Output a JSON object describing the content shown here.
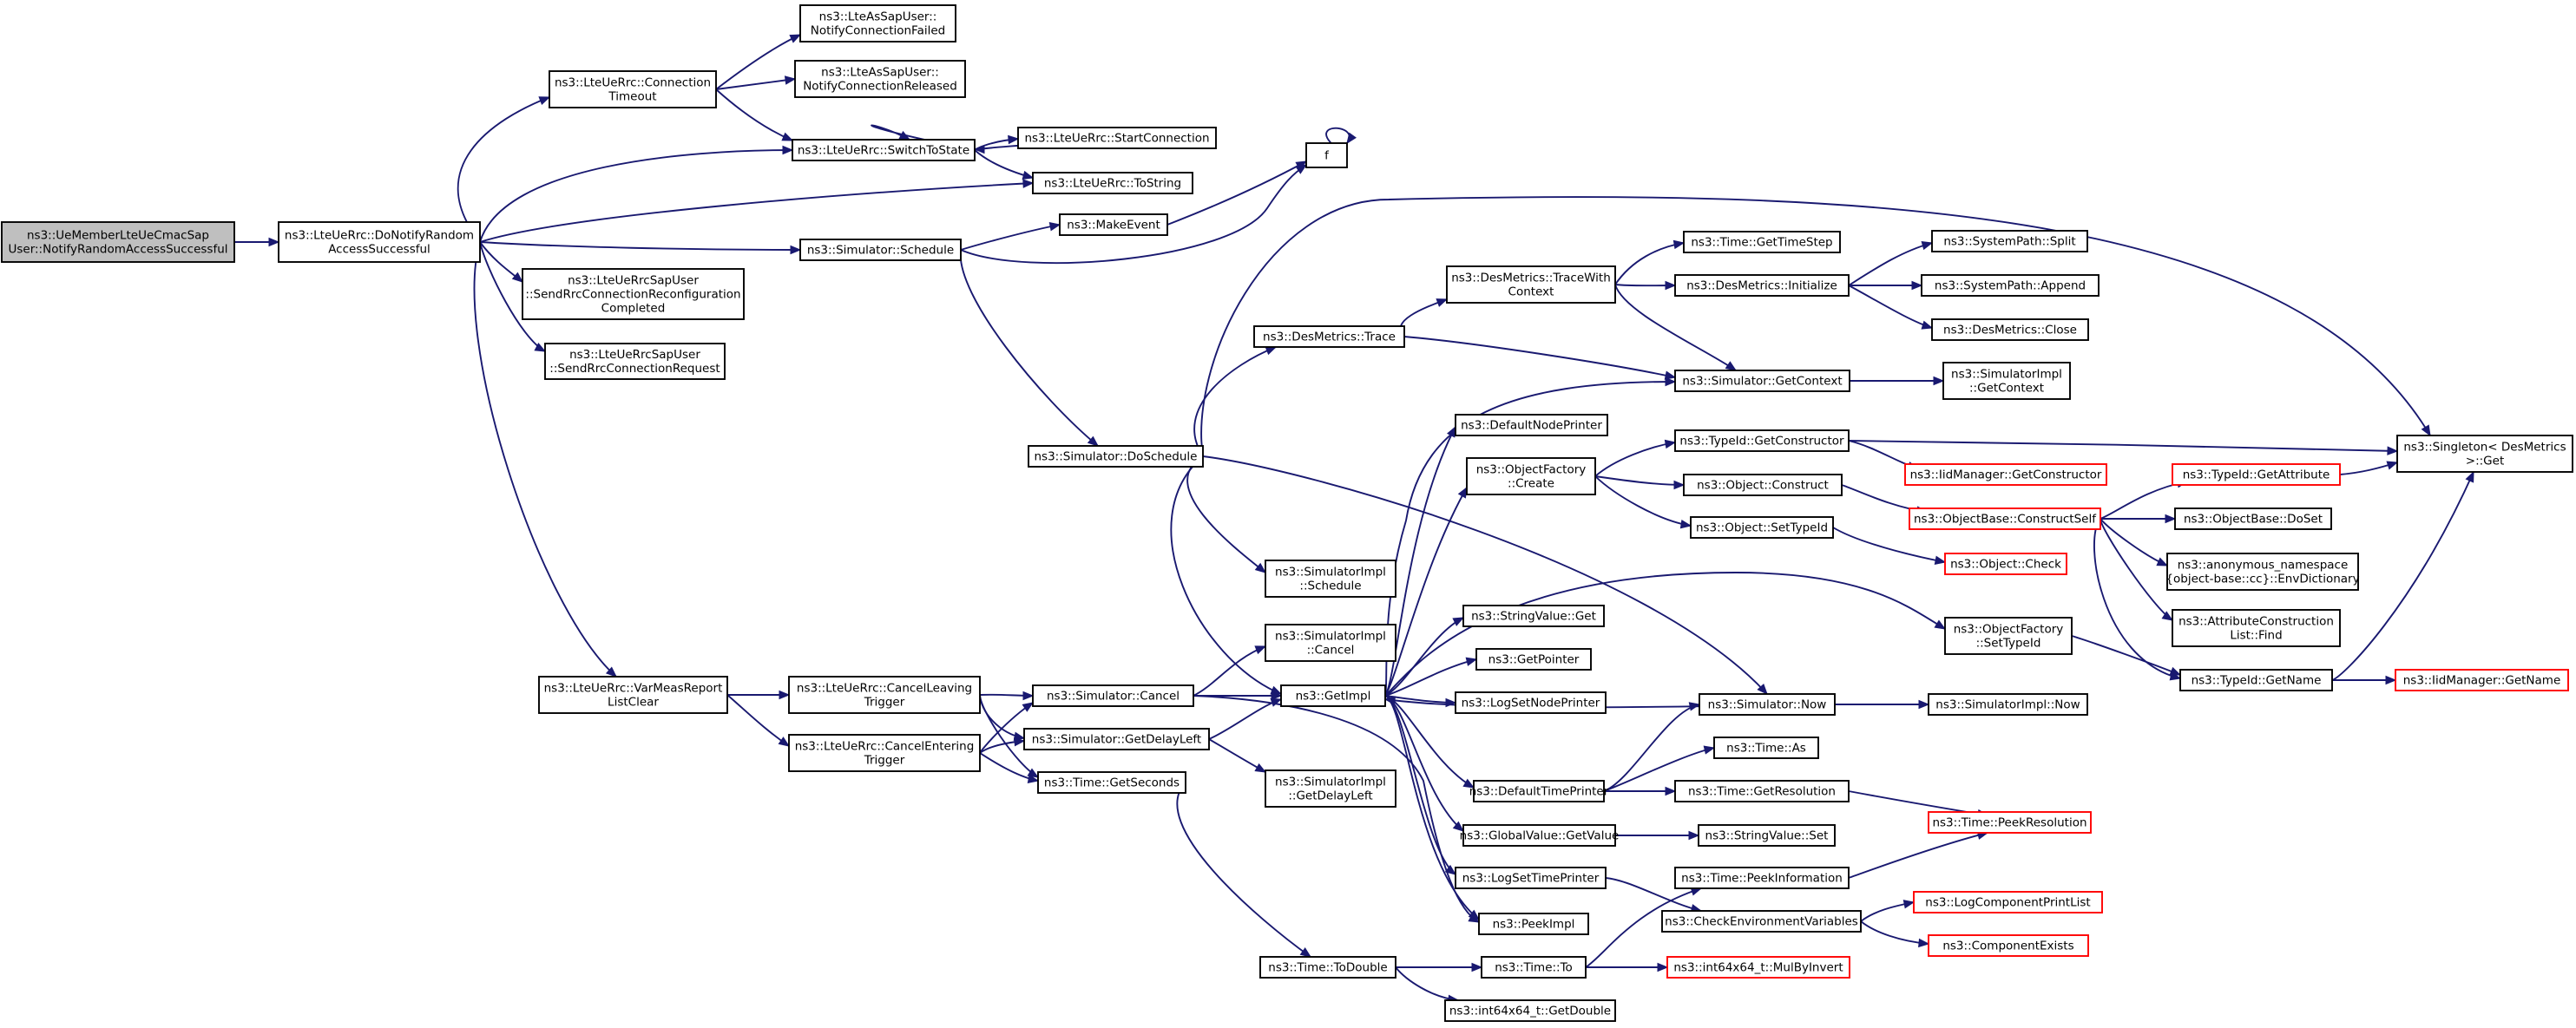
{
  "title": "ns3::UeMemberLteUeCmacSapUser::NotifyRandomAccessSuccessful",
  "colors": {
    "edge": "#191970",
    "root_fill": "#bfbfbf",
    "node_border": "#000000",
    "truncated_border": "#ff0000"
  },
  "nodes": {
    "root": [
      "ns3::UeMemberLteUeCmacSap",
      "User::NotifyRandomAccessSuccessful"
    ],
    "doNotify": [
      "ns3::LteUeRrc::DoNotifyRandom",
      "AccessSuccessful"
    ],
    "connTimeout": [
      "ns3::LteUeRrc::Connection",
      "Timeout"
    ],
    "notifyConnFailed": [
      "ns3::LteAsSapUser::",
      "NotifyConnectionFailed"
    ],
    "notifyConnReleased": [
      "ns3::LteAsSapUser::",
      "NotifyConnectionReleased"
    ],
    "switchToState": [
      "ns3::LteUeRrc::SwitchToState"
    ],
    "startConnection": [
      "ns3::LteUeRrc::StartConnection"
    ],
    "toString": [
      "ns3::LteUeRrc::ToString"
    ],
    "schedule": [
      "ns3::Simulator::Schedule"
    ],
    "makeEvent": [
      "ns3::MakeEvent"
    ],
    "f": [
      "f"
    ],
    "sendReconfCompleted": [
      "ns3::LteUeRrcSapUser",
      "::SendRrcConnectionReconfiguration",
      "Completed"
    ],
    "sendConnRequest": [
      "ns3::LteUeRrcSapUser",
      "::SendRrcConnectionRequest"
    ],
    "varMeas": [
      "ns3::LteUeRrc::VarMeasReport",
      "ListClear"
    ],
    "cancelLeaving": [
      "ns3::LteUeRrc::CancelLeaving",
      "Trigger"
    ],
    "cancelEntering": [
      "ns3::LteUeRrc::CancelEntering",
      "Trigger"
    ],
    "doSchedule": [
      "ns3::Simulator::DoSchedule"
    ],
    "desTrace": [
      "ns3::DesMetrics::Trace"
    ],
    "traceWithContext": [
      "ns3::DesMetrics::TraceWith",
      "Context"
    ],
    "getTimeStep": [
      "ns3::Time::GetTimeStep"
    ],
    "desInitialize": [
      "ns3::DesMetrics::Initialize"
    ],
    "split": [
      "ns3::SystemPath::Split"
    ],
    "append": [
      "ns3::SystemPath::Append"
    ],
    "desClose": [
      "ns3::DesMetrics::Close"
    ],
    "simGetContext": [
      "ns3::Simulator::GetContext"
    ],
    "implGetContext": [
      "ns3::SimulatorImpl",
      "::GetContext"
    ],
    "defaultNodePrinter": [
      "ns3::DefaultNodePrinter"
    ],
    "objFactoryCreate": [
      "ns3::ObjectFactory",
      "::Create"
    ],
    "getConstructor": [
      "ns3::TypeId::GetConstructor"
    ],
    "iidGetConstructor": [
      "ns3::IidManager::GetConstructor"
    ],
    "singletonGet": [
      "ns3::Singleton< DesMetrics",
      " >::Get"
    ],
    "objConstruct": [
      "ns3::Object::Construct"
    ],
    "constructSelf": [
      "ns3::ObjectBase::ConstructSelf"
    ],
    "getAttribute": [
      "ns3::TypeId::GetAttribute"
    ],
    "doSet": [
      "ns3::ObjectBase::DoSet"
    ],
    "envDictionary": [
      "ns3::anonymous_namespace",
      "{object-base::cc}::EnvDictionary"
    ],
    "attrFind": [
      "ns3::AttributeConstruction",
      "List::Find"
    ],
    "setTypeId": [
      "ns3::Object::SetTypeId"
    ],
    "objCheck": [
      "ns3::Object::Check"
    ],
    "implSchedule": [
      "ns3::SimulatorImpl",
      "::Schedule"
    ],
    "implCancel": [
      "ns3::SimulatorImpl",
      "::Cancel"
    ],
    "simCancel": [
      "ns3::Simulator::Cancel"
    ],
    "getImpl": [
      "ns3::GetImpl"
    ],
    "stringValueGet": [
      "ns3::StringValue::Get"
    ],
    "getPointer": [
      "ns3::GetPointer"
    ],
    "logSetNodePrinter": [
      "ns3::LogSetNodePrinter"
    ],
    "factorySetTypeId": [
      "ns3::ObjectFactory",
      "::SetTypeId"
    ],
    "typeIdGetName": [
      "ns3::TypeId::GetName"
    ],
    "iidGetName": [
      "ns3::IidManager::GetName"
    ],
    "simNow": [
      "ns3::Simulator::Now"
    ],
    "implNow": [
      "ns3::SimulatorImpl::Now"
    ],
    "getDelayLeft": [
      "ns3::Simulator::GetDelayLeft"
    ],
    "implGetDelayLeft": [
      "ns3::SimulatorImpl",
      "::GetDelayLeft"
    ],
    "getSeconds": [
      "ns3::Time::GetSeconds"
    ],
    "timeAs": [
      "ns3::Time::As"
    ],
    "defaultTimePrinter": [
      "ns3::DefaultTimePrinter"
    ],
    "getResolution": [
      "ns3::Time::GetResolution"
    ],
    "peekResolution": [
      "ns3::Time::PeekResolution"
    ],
    "globalGetValue": [
      "ns3::GlobalValue::GetValue"
    ],
    "stringValueSet": [
      "ns3::StringValue::Set"
    ],
    "logSetTimePrinter": [
      "ns3::LogSetTimePrinter"
    ],
    "peekInformation": [
      "ns3::Time::PeekInformation"
    ],
    "checkEnv": [
      "ns3::CheckEnvironmentVariables"
    ],
    "logComponentPrintList": [
      "ns3::LogComponentPrintList"
    ],
    "componentExists": [
      "ns3::ComponentExists"
    ],
    "peekImpl": [
      "ns3::PeekImpl"
    ],
    "toDouble": [
      "ns3::Time::ToDouble"
    ],
    "timeTo": [
      "ns3::Time::To"
    ],
    "mulByInvert": [
      "ns3::int64x64_t::MulByInvert"
    ],
    "getDouble": [
      "ns3::int64x64_t::GetDouble"
    ]
  }
}
